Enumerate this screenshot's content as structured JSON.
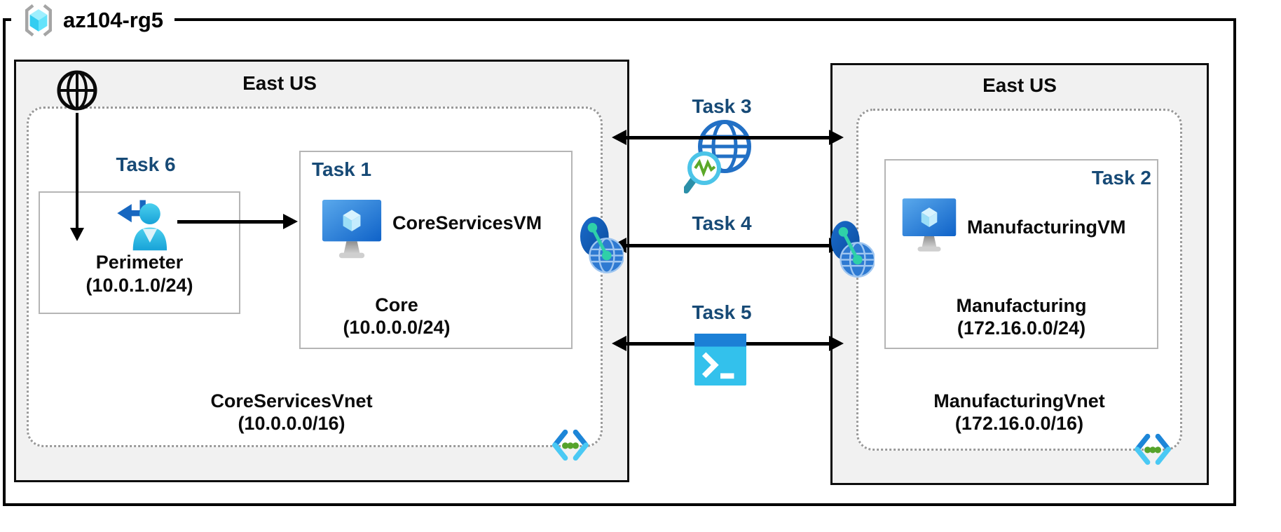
{
  "resource_group": {
    "name": "az104-rg5"
  },
  "left_region": {
    "title": "East US",
    "vnet_name": "CoreServicesVnet",
    "vnet_cidr": "(10.0.0.0/16)",
    "task6_label": "Task 6",
    "perimeter_subnet": {
      "name": "Perimeter",
      "cidr": "(10.0.1.0/24)"
    },
    "task1_label": "Task 1",
    "vm_name": "CoreServicesVM",
    "core_subnet": {
      "name": "Core",
      "cidr": "(10.0.0.0/24)"
    }
  },
  "right_region": {
    "title": "East US",
    "vnet_name": "ManufacturingVnet",
    "vnet_cidr": "(172.16.0.0/16)",
    "task2_label": "Task 2",
    "vm_name": "ManufacturingVM",
    "manufacturing_subnet": {
      "name": "Manufacturing",
      "cidr": "(172.16.0.0/24)"
    }
  },
  "connections": {
    "task3_label": "Task 3",
    "task4_label": "Task 4",
    "task5_label": "Task 5"
  },
  "icons": {
    "resource_group": "resource-group-icon",
    "internet": "globe-icon",
    "perimeter_user": "user-return-icon",
    "virtual_machine": "virtual-machine-icon",
    "vnet_peering": "vnet-peering-icon",
    "network_watcher": "network-watcher-icon",
    "cloud_shell": "cloud-shell-icon",
    "code_brackets": "code-brackets-icon"
  },
  "colors": {
    "task_label": "#174a76",
    "region_background": "#f1f1f1",
    "region_border": "#0d0d0d",
    "vnet_dotted_border": "#999999",
    "inner_box_border": "#b5b5b5",
    "arrow": "#000000"
  }
}
